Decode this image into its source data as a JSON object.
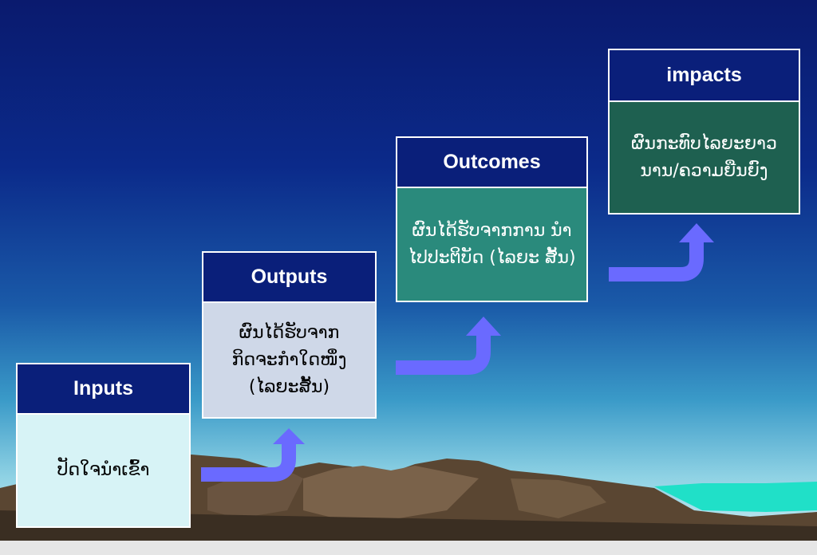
{
  "colors": {
    "header_bg": "#0a1f7a",
    "inputs_body_bg": "#d7f3f6",
    "outputs_body_bg": "#cfd8e8",
    "outcomes_body_bg": "#2a8a7c",
    "impacts_body_bg": "#1e6050",
    "arrow": "#6a6aff"
  },
  "steps": [
    {
      "title": "Inputs",
      "text": "ປັດໃຈນຳເຂົ້າ"
    },
    {
      "title": "Outputs",
      "text": "ຜົນໄດ້ຮັບຈາກ ກິດຈະກຳໃດໜຶ່ງ (ໄລຍະສັ້ນ)"
    },
    {
      "title": "Outcomes",
      "text": "ຜົນໄດ້ຮັບຈາກການ ນຳໄປປະຕິບັດ (ໄລຍະ ສັ້ນ)"
    },
    {
      "title": "impacts",
      "text": "ຜົນກະທົບໄລຍະຍາວ ນານ/ຄວາມຍືນຍົງ"
    }
  ],
  "icons": [
    "up-arrow-icon",
    "up-arrow-icon",
    "up-arrow-icon",
    "up-arrow-icon"
  ]
}
